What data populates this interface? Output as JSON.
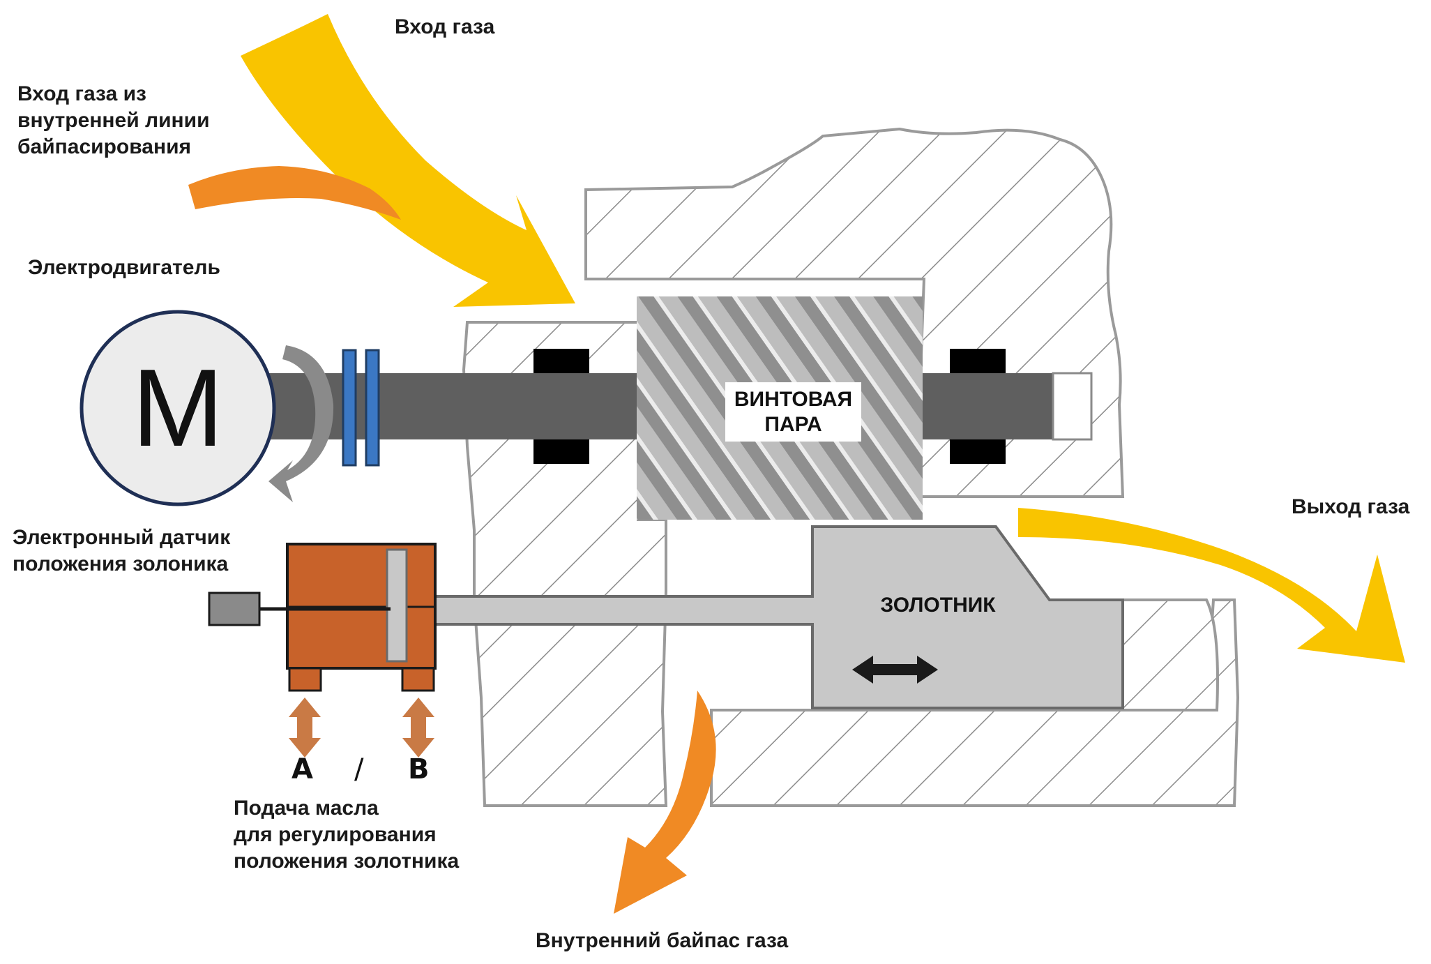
{
  "labels": {
    "gas_inlet": "Вход газа",
    "bypass_inlet_line1": "Вход газа из",
    "bypass_inlet_line2": "внутренней линии",
    "bypass_inlet_line3": "байпасирования",
    "motor": "Электродвигатель",
    "motor_symbol": "M",
    "screw_pair_line1": "ВИНТОВАЯ",
    "screw_pair_line2": "ПАРА",
    "gas_outlet": "Выход газа",
    "sensor_line1": "Электронный датчик",
    "sensor_line2": "положения золоника",
    "slide_valve": "ЗОЛОТНИК",
    "port_a": "A",
    "port_sep": "/",
    "port_b": "B",
    "oil_line1": "Подача масла",
    "oil_line2": "для регулирования",
    "oil_line3": "положения золотника",
    "bypass_outlet": "Внутренний байпас газа"
  },
  "colors": {
    "gas_flow": "#f9c400",
    "bypass_flow": "#f08a24",
    "housing_line": "#9a9a9a",
    "shaft": "#5f5f5f",
    "slide_valve_body": "#c8c8c8",
    "actuator": "#c8622a",
    "coupling": "#3b78c4"
  }
}
